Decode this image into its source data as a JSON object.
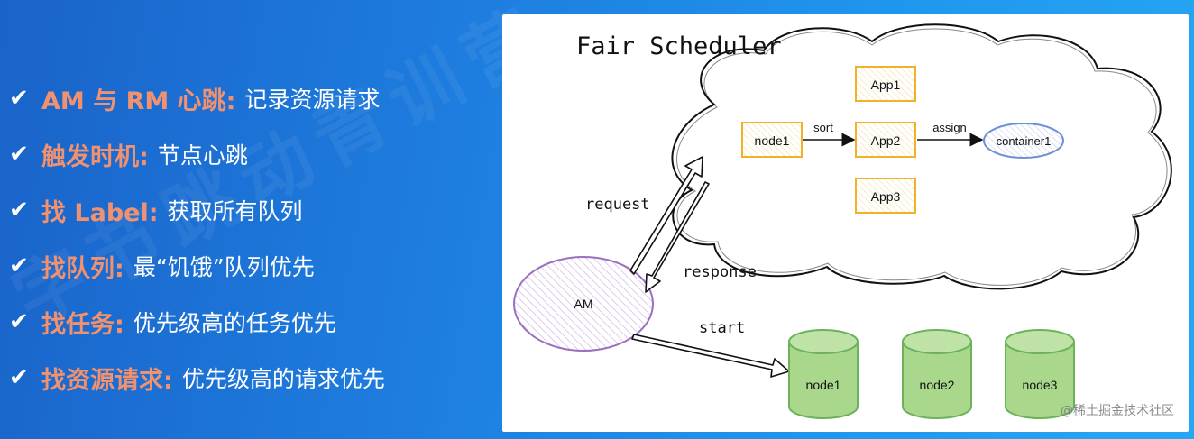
{
  "bullets": [
    {
      "key": "AM 与 RM 心跳:",
      "desc": "记录资源请求"
    },
    {
      "key": "触发时机:",
      "desc": "节点心跳"
    },
    {
      "key": "找 Label:",
      "desc": "获取所有队列"
    },
    {
      "key": "找队列:",
      "desc": "最“饥饿”队列优先"
    },
    {
      "key": "找任务:",
      "desc": "优先级高的任务优先"
    },
    {
      "key": "找资源请求:",
      "desc": "优先级高的请求优先"
    }
  ],
  "diagram": {
    "title": "Fair Scheduler",
    "am_label": "AM",
    "node_box": "node1",
    "apps": [
      "App1",
      "App2",
      "App3"
    ],
    "container": "container1",
    "edges": {
      "sort": "sort",
      "assign": "assign",
      "request": "request",
      "response": "response",
      "start": "start"
    },
    "cylinders": [
      "node1",
      "node2",
      "node3"
    ]
  },
  "watermark": "@稀土掘金技术社区",
  "slide_watermark": "字节跳动青训营",
  "colors": {
    "key_text": "#f0916f",
    "app_box": "#f2b12b",
    "container": "#6f8fd6",
    "am_ellipse": "#9b6fbf",
    "cylinder_fill": "#a9d88c",
    "cylinder_stroke": "#6bb25a"
  }
}
